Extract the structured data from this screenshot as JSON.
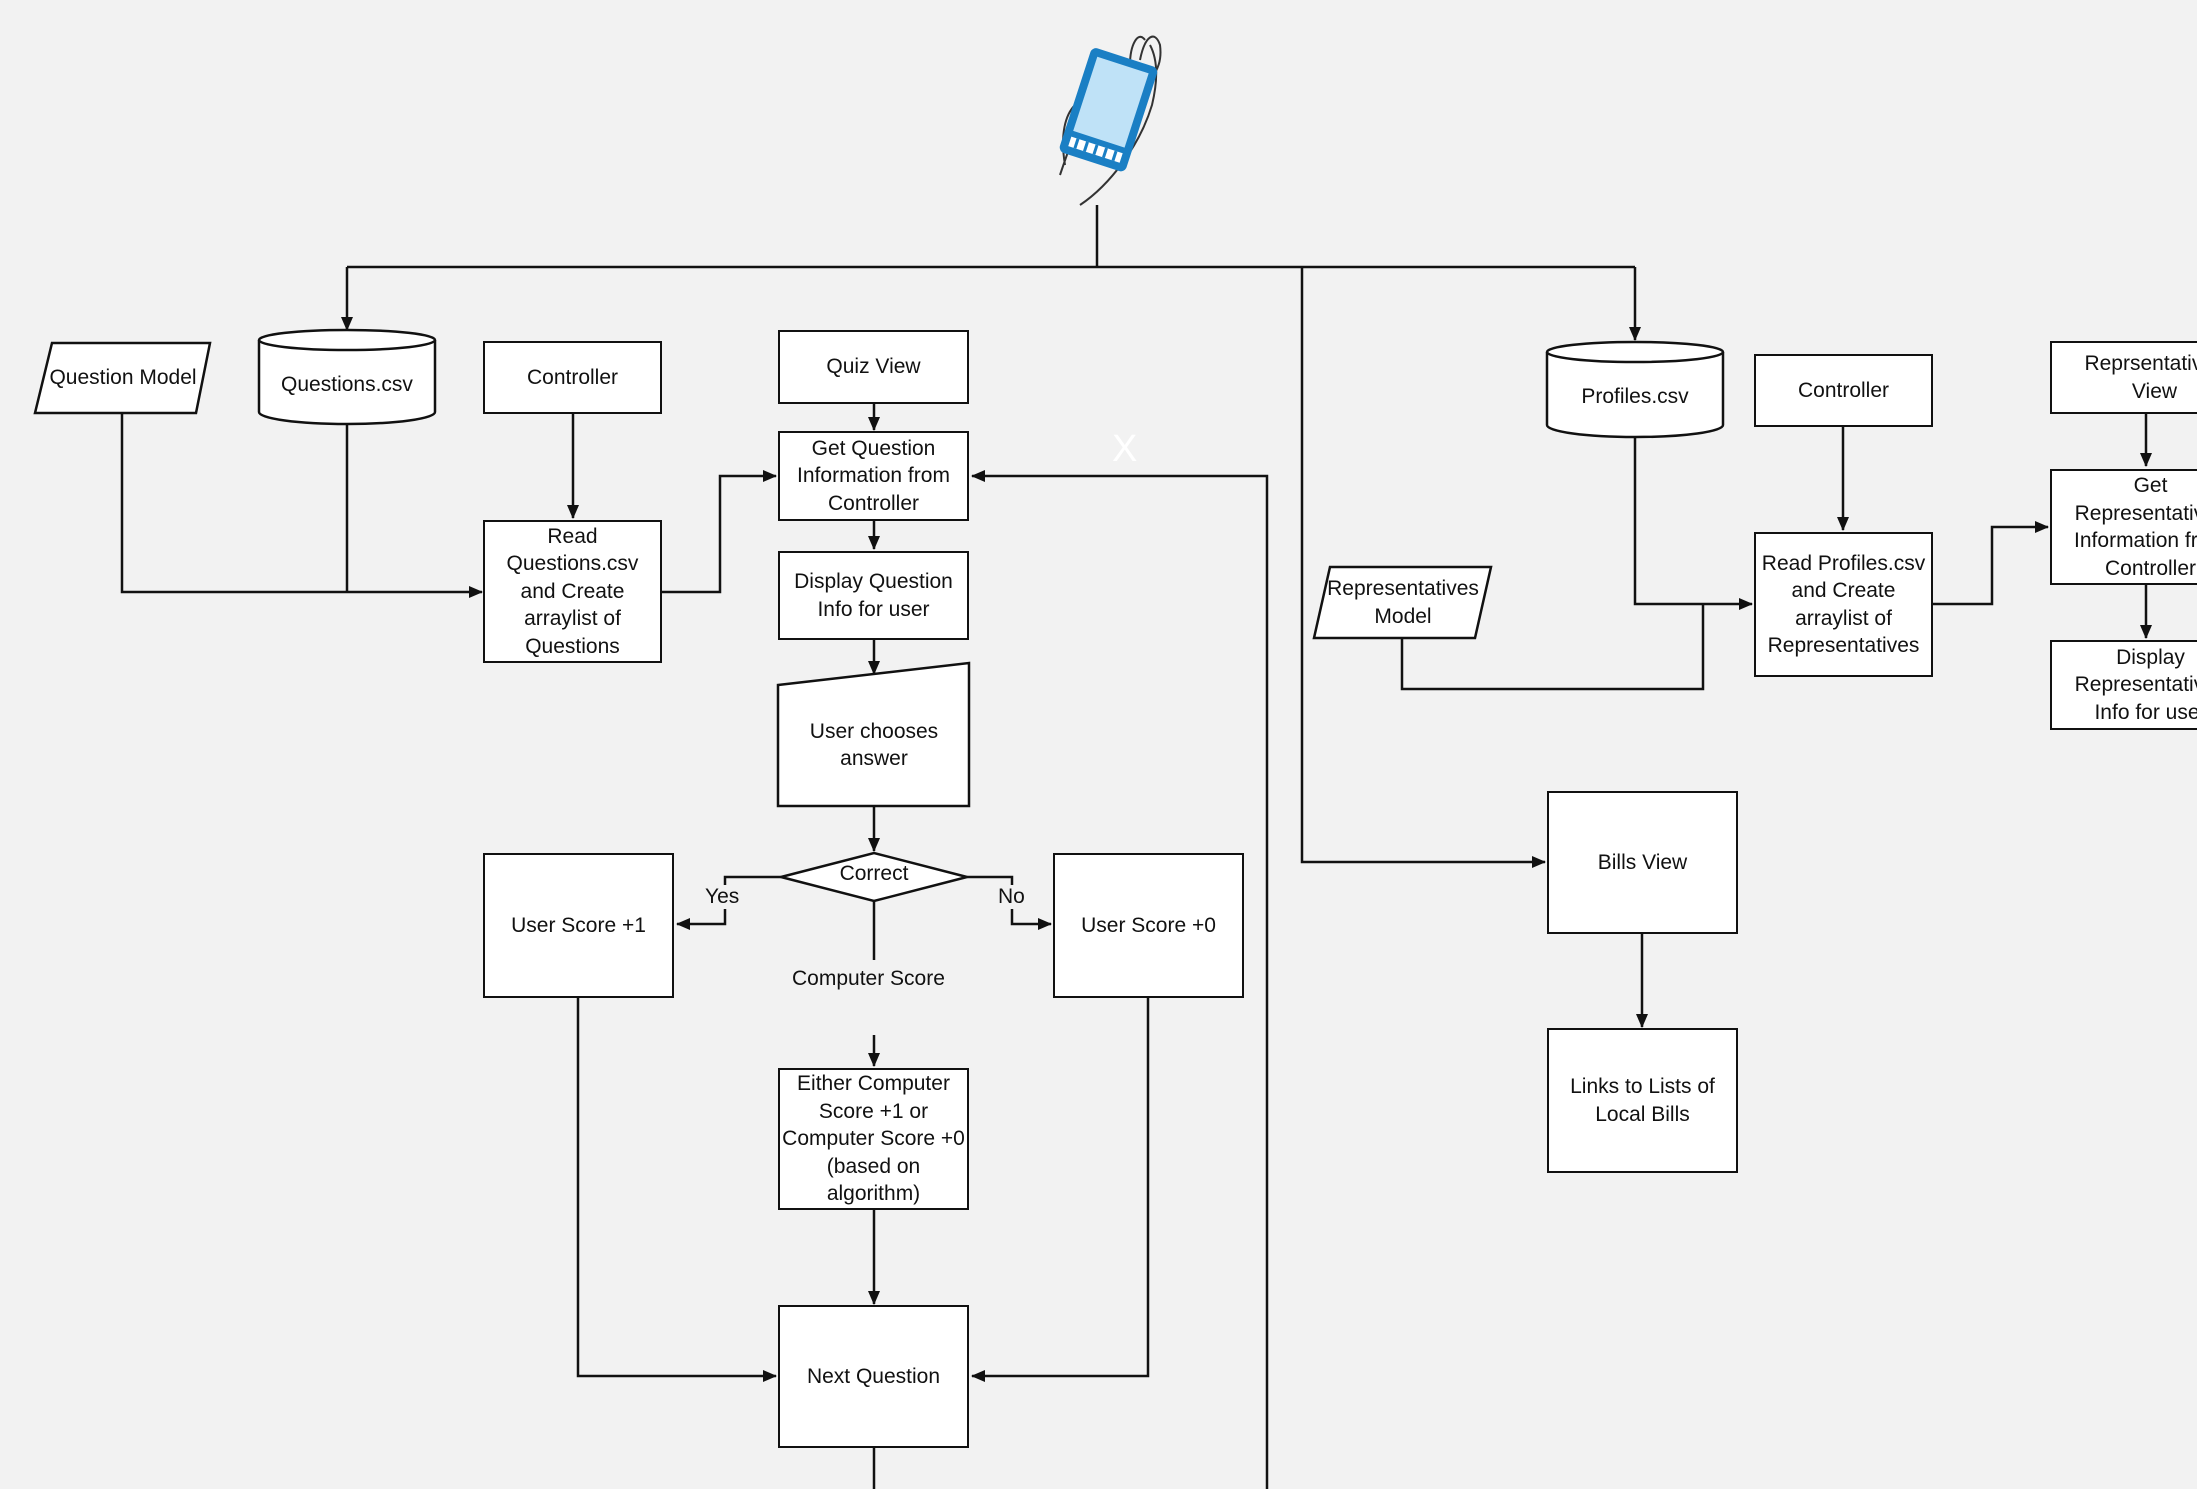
{
  "diagram": {
    "nodes": {
      "question_model": "Question Model",
      "questions_csv": "Questions.csv",
      "controller_left": "Controller",
      "read_questions": "Read Questions.csv and Create arraylist of Questions",
      "quiz_view": "Quiz View",
      "get_question_info": "Get Question Information from Controller",
      "display_question_info": "Display Question Info for user",
      "user_chooses_answer": "User chooses answer",
      "correct_decision": "Correct",
      "user_score_plus_1": "User Score +1",
      "user_score_plus_0": "User Score +0",
      "computer_score_update": "Either Computer Score +1 or Computer Score +0 (based on algorithm)",
      "next_question": "Next Question",
      "profiles_csv": "Profiles.csv",
      "controller_right": "Controller",
      "representatives_model": "Representatives Model",
      "read_profiles": "Read Profiles.csv and Create arraylist of Representatives",
      "representatives_view": "Reprsentatives View",
      "get_representatives_info": "Get Representatives Information from Controller",
      "display_representatives_info": "Display Representatives Info for user",
      "bills_view": "Bills View",
      "links_to_bills": "Links to Lists of Local Bills"
    },
    "edge_labels": {
      "yes": "Yes",
      "no": "No",
      "computer_score": "Computer Score",
      "x_mark": "X"
    },
    "colors": {
      "background": "#f2f2f2",
      "stroke": "#111111",
      "node_fill": "#ffffff",
      "icon_blue": "#1a7fc4"
    },
    "top_icon": "phone-in-hand-icon"
  }
}
